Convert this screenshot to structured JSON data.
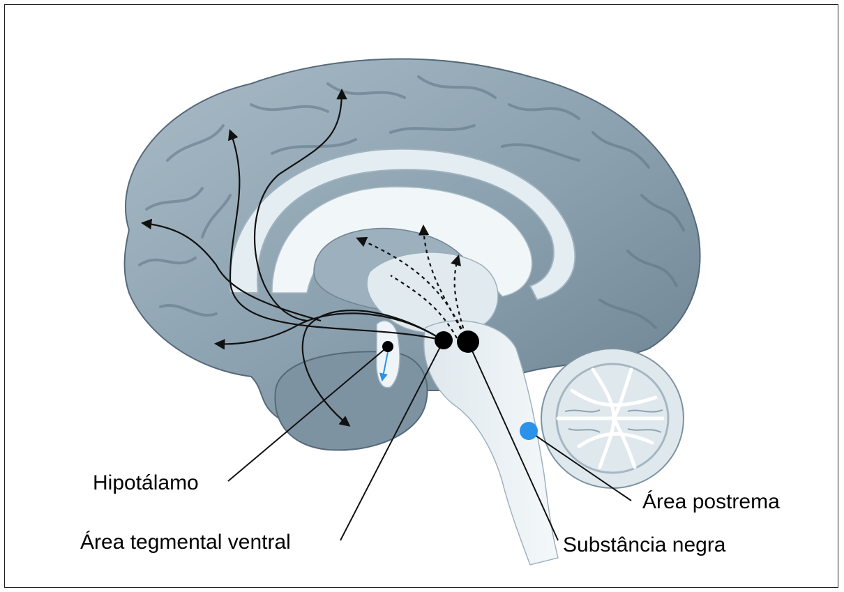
{
  "labels": {
    "hypothalamus": "Hipotálamo",
    "vta": "Área tegmental ventral",
    "area_postrema": "Área postrema",
    "substantia_nigra": "Substância negra"
  },
  "colors": {
    "brain_fill": "#8fa4b2",
    "brain_dark": "#5f7584",
    "white_matter": "#e4edf1",
    "line": "#111111",
    "blue_marker": "#2a92e8"
  }
}
